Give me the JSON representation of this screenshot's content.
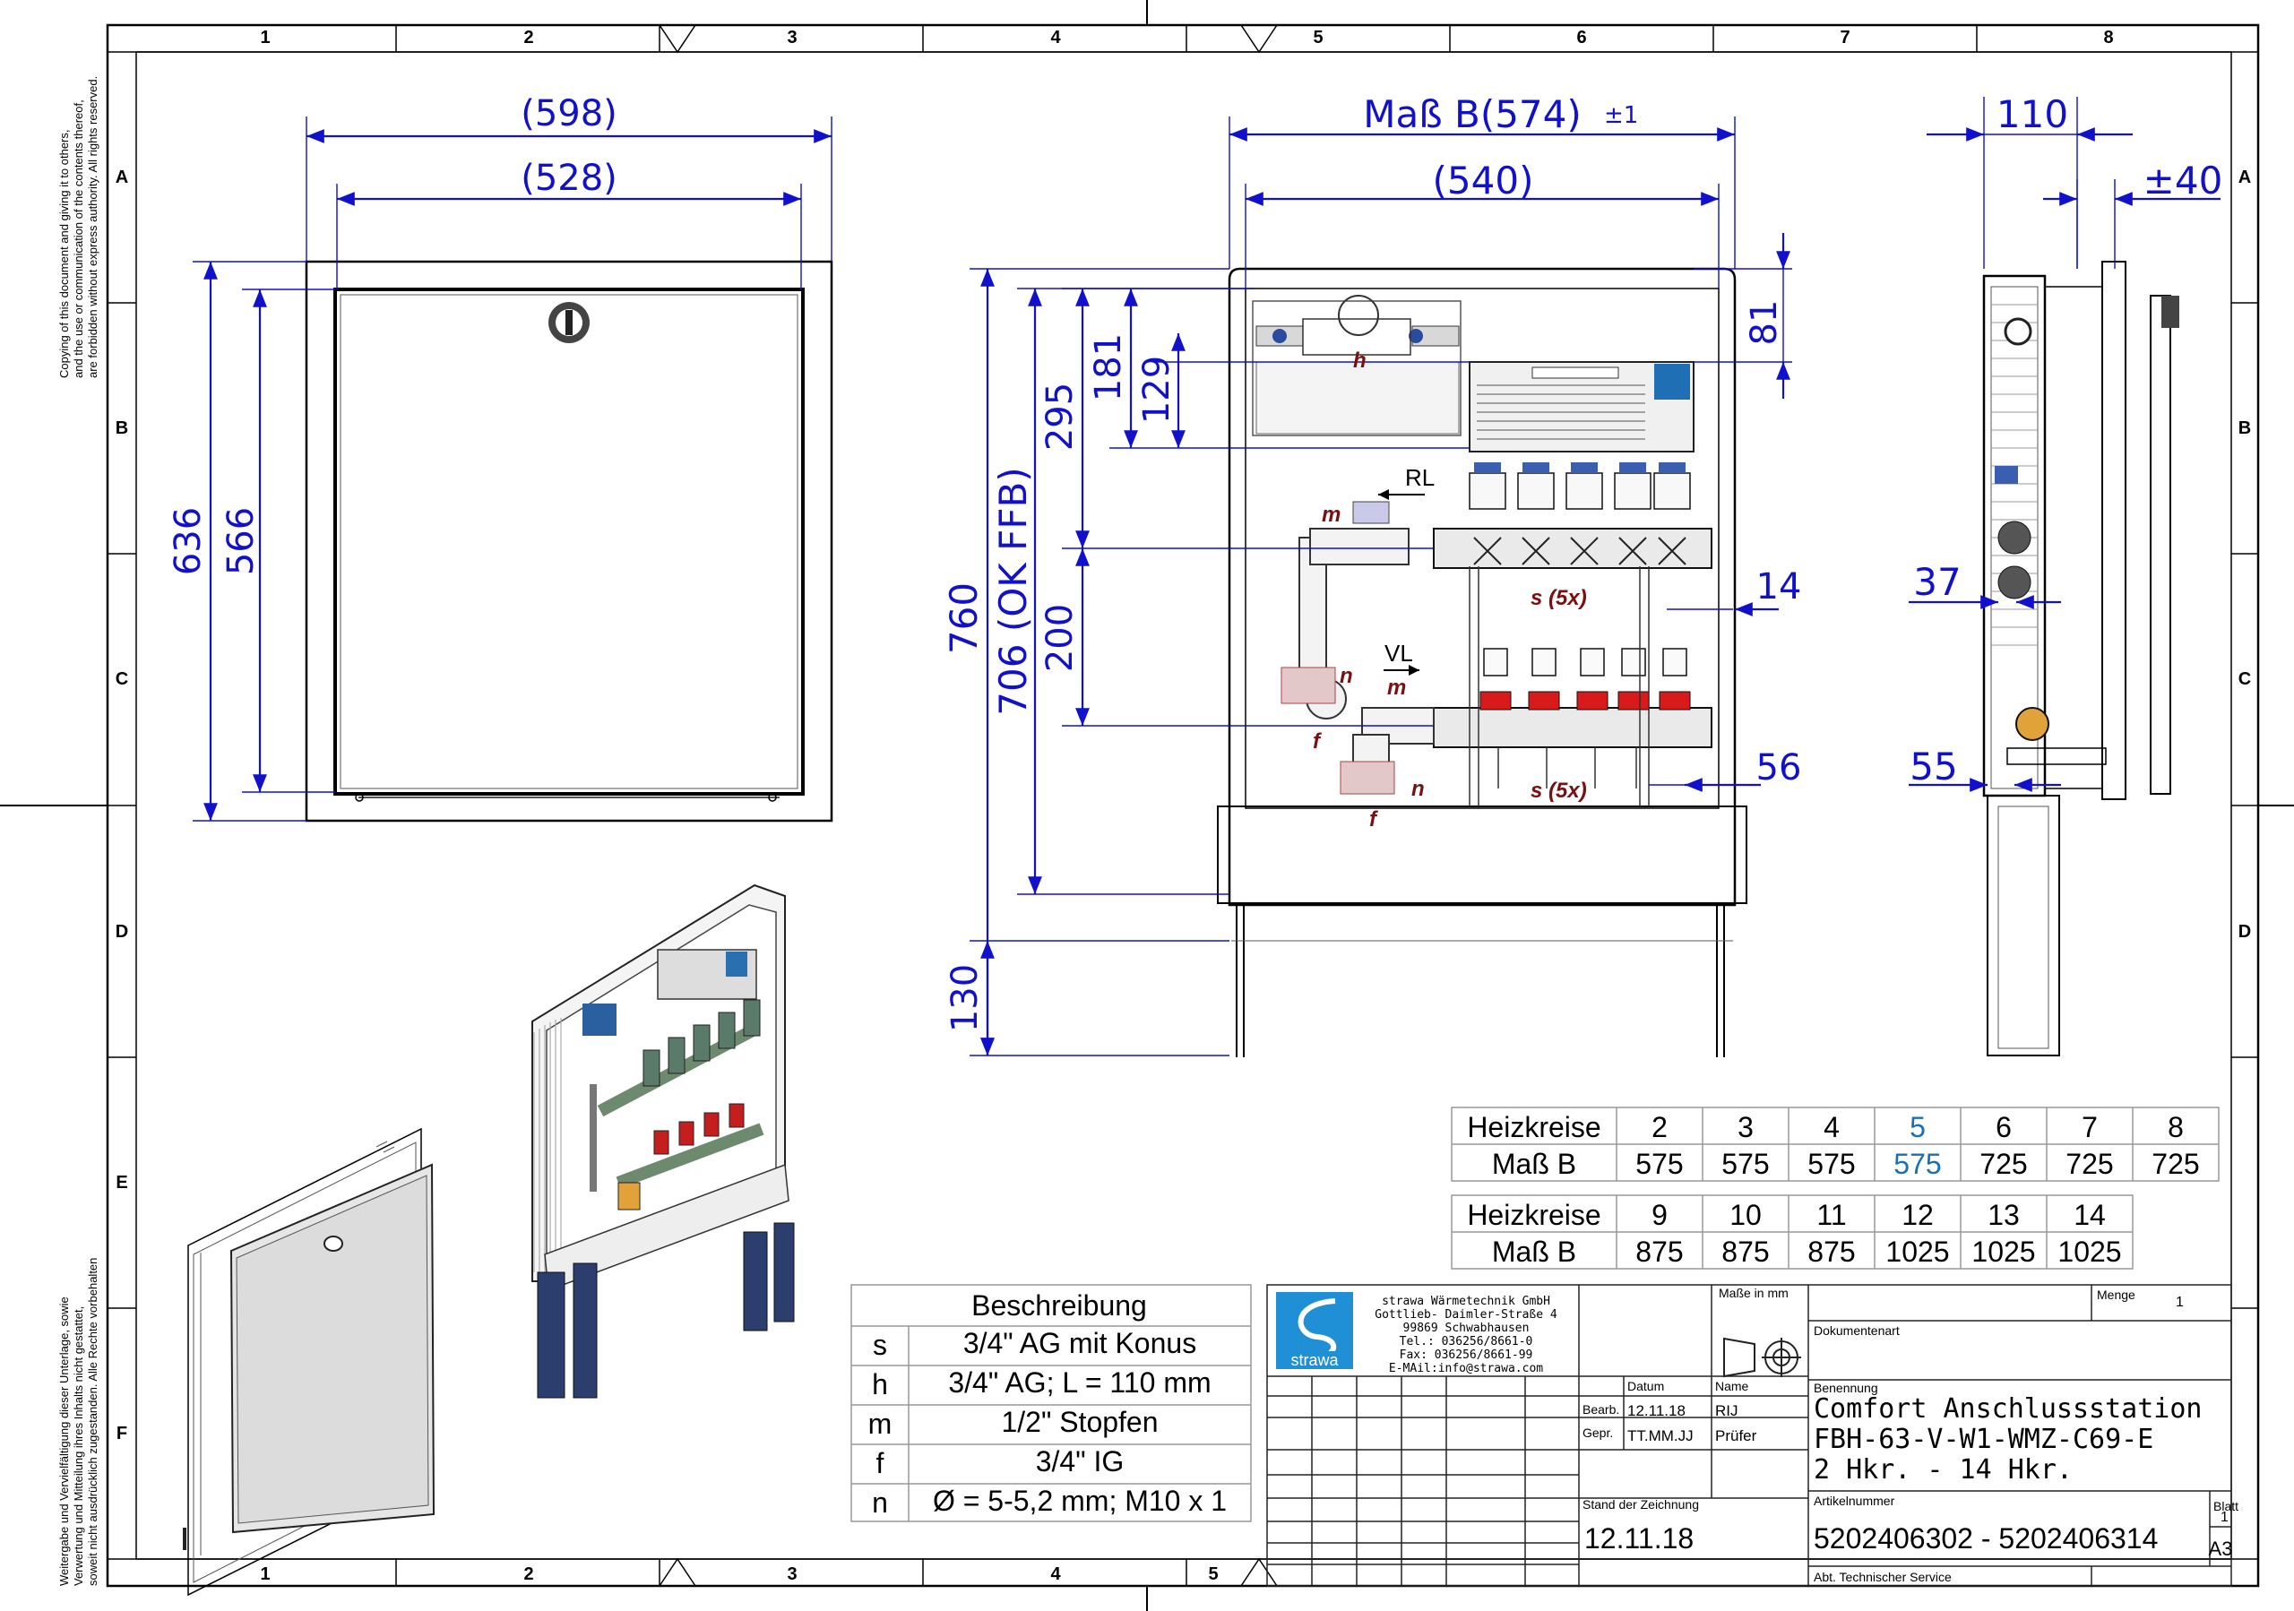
{
  "sheet": {
    "columns": [
      "1",
      "2",
      "3",
      "4",
      "5",
      "6",
      "7",
      "8"
    ],
    "rows": [
      "A",
      "B",
      "C",
      "D",
      "E",
      "F"
    ],
    "copyright_lines": [
      "Copying of this document and giving it to others,",
      "and the use or communication of the contents thereof,",
      "are forbidden without express authority. All rights reserved."
    ],
    "rights_lines": [
      "Weitergabe und Vervielfältigung dieser Unterlage, sowie",
      "Verwertung und Mitteilung ihres Inhalts nicht gestattet,",
      "soweit nicht ausdrücklich zugestanden. Alle Rechte vorbehalten"
    ]
  },
  "front_view": {
    "dim_outer_width": "(598)",
    "dim_inner_width": "(528)",
    "dim_outer_height": "636",
    "dim_inner_height": "566"
  },
  "main_view": {
    "dim_width": "Maß B(574)",
    "dim_tolerance": "±1",
    "dim_inner": "(540)",
    "dim_760": "760",
    "dim_706": "706 (OK FFB)",
    "dim_295": "295",
    "dim_181": "181",
    "dim_129": "129",
    "dim_200": "200",
    "dim_130": "130",
    "dim_81": "81",
    "dim_14": "14",
    "dim_56": "56",
    "label_rl": "RL",
    "label_vl": "VL",
    "label_h": "h",
    "label_m1": "m",
    "label_m2": "m",
    "label_n1": "n",
    "label_n2": "n",
    "label_f1": "f",
    "label_f2": "f",
    "label_s_top": "s (5x)",
    "label_s_bottom": "s (5x)"
  },
  "side_view": {
    "dim_110": "110",
    "dim_40": "±40",
    "dim_37": "37",
    "dim_55": "55"
  },
  "size_table": {
    "row1": {
      "head": "Heizkreise",
      "values": [
        "2",
        "3",
        "4",
        "5",
        "6",
        "7",
        "8"
      ]
    },
    "row2": {
      "head": "Maß B",
      "values": [
        "575",
        "575",
        "575",
        "575",
        "725",
        "725",
        "725"
      ]
    },
    "row3": {
      "head": "Heizkreise",
      "values": [
        "9",
        "10",
        "11",
        "12",
        "13",
        "14"
      ]
    },
    "row4": {
      "head": "Maß B",
      "values": [
        "875",
        "875",
        "875",
        "1025",
        "1025",
        "1025"
      ]
    },
    "highlight_color": "#1a6fb5"
  },
  "description": {
    "title": "Beschreibung",
    "rows": [
      {
        "key": "s",
        "value": "3/4\" AG mit Konus"
      },
      {
        "key": "h",
        "value": "3/4\" AG; L = 110 mm"
      },
      {
        "key": "m",
        "value": "1/2\" Stopfen"
      },
      {
        "key": "f",
        "value": "3/4\" IG"
      },
      {
        "key": "n",
        "value": "Ø = 5-5,2 mm; M10 x 1"
      }
    ]
  },
  "title_block": {
    "logo_text": "strawa",
    "company_lines": [
      "strawa Wärmetechnik GmbH",
      "Gottlieb- Daimler-Straße 4",
      "99869 Schwabhausen",
      "Tel.: 036256/8661-0",
      "Fax: 036256/8661-99",
      "E-MAil:info@strawa.com"
    ],
    "units_label": "Maße in mm",
    "quantity_label": "Menge",
    "quantity_value": "1",
    "doc_type_label": "Dokumentenart",
    "designation_label": "Benennung",
    "designation_lines": [
      "Comfort Anschlussstation",
      "FBH-63-V-W1-WMZ-C69-E",
      "2 Hkr. - 14 Hkr."
    ],
    "date_label": "Datum",
    "name_label": "Name",
    "bearb_label": "Bearb.",
    "bearb_date": "12.11.18",
    "bearb_name": "RIJ",
    "gepr_label": "Gepr.",
    "gepr_date": "TT.MM.JJ",
    "gepr_name": "Prüfer",
    "stand_label": "Stand der Zeichnung",
    "stand_value": "12.11.18",
    "article_label": "Artikelnummer",
    "article_value": "5202406302 - 5202406314",
    "sheet_label": "Blatt",
    "sheet_value": "1",
    "format_value": "A3",
    "dept": "Abt. Technischer Service",
    "logo_color": "#1f8fd6"
  }
}
